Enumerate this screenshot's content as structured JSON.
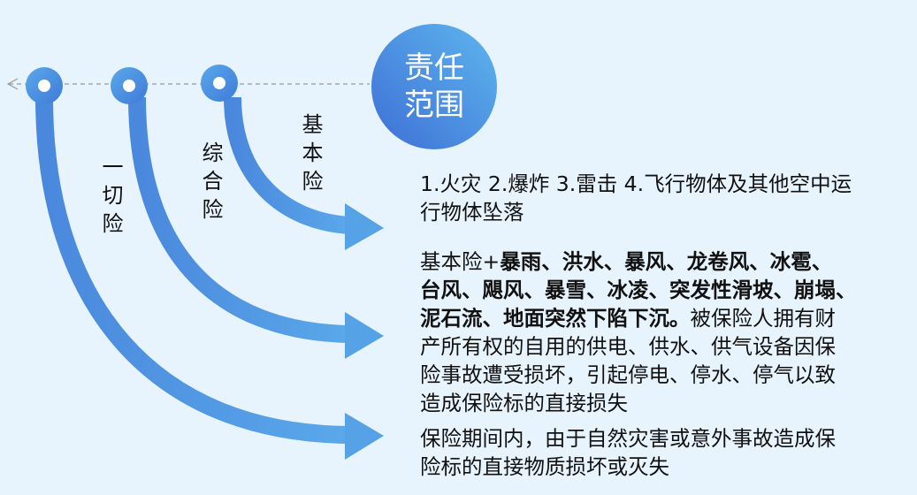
{
  "center": {
    "line1": "责任",
    "line2": "范围"
  },
  "labels": {
    "basic": "基本险",
    "comprehensive": "综合险",
    "all_risk": "一切险"
  },
  "basic_scope": {
    "lines": [
      "1.火灾 2.爆炸 3.雷击 4.飞行物体及其他空中运",
      "行物体坠落"
    ]
  },
  "comprehensive_scope": {
    "l1_normal": "基本险+",
    "l1_bold": "暴雨、洪水、暴风、龙卷风、冰雹、",
    "l2_bold": "台风、飓风、暴雪、冰凌、突发性滑坡、崩塌、",
    "l3_bold": "泥石流、地面突然下陷下沉。",
    "l3_normal": "被保险人拥有财",
    "l4": "产所有权的自用的供电、供水、供气设备因保",
    "l5": "险事故遭受损坏，引起停电、停水、停气以致",
    "l6": "造成保险标的直接损失"
  },
  "all_risk_scope": {
    "lines": [
      "保险期间内，由于自然灾害或意外事故造成保",
      "险标的直接物质损坏或灭失"
    ]
  },
  "colors": {
    "blue_dark": "#3d6fd6",
    "blue_light": "#5eb6ee",
    "background": "#e8f4fd"
  }
}
